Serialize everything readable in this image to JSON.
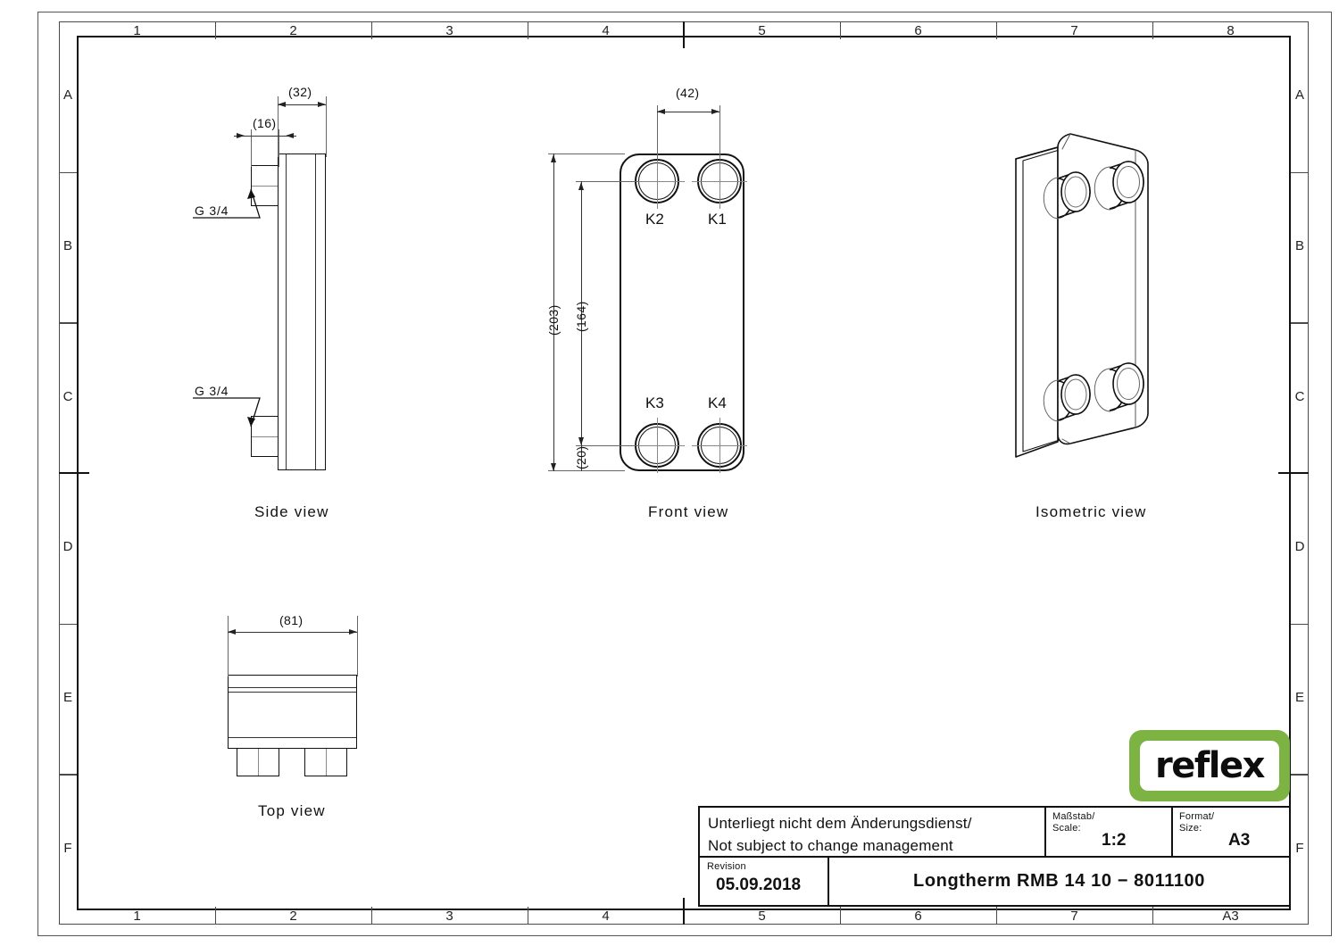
{
  "drawing": {
    "sheet_format": "A3",
    "views": [
      {
        "name": "side-view",
        "label": "Side view"
      },
      {
        "name": "front-view",
        "label": "Front view"
      },
      {
        "name": "isometric-view",
        "label": "Isometric view"
      }
    ],
    "dimensions": {
      "side_width_total": "(32)",
      "side_port_length": "(16)",
      "front_port_spacing": "(42)",
      "front_height_overall": "(203)",
      "front_port_center_span": "(164)",
      "front_bottom_offset": "(20)",
      "top_width": "(81)"
    },
    "callouts": {
      "thread_upper": "G 3/4",
      "thread_lower": "G 3/4"
    },
    "port_labels": {
      "top_left": "K2",
      "top_right": "K1",
      "bottom_left": "K3",
      "bottom_right": "K4"
    }
  },
  "border": {
    "columns_top": [
      "1",
      "2",
      "3",
      "4",
      "5",
      "6",
      "7",
      "8"
    ],
    "columns_bottom": [
      "1",
      "2",
      "3",
      "4",
      "5",
      "6",
      "7",
      "A3"
    ],
    "rows_left": [
      "A",
      "B",
      "C",
      "D",
      "E",
      "F"
    ],
    "rows_right": [
      "A",
      "B",
      "C",
      "D",
      "E",
      "F"
    ]
  },
  "title_block": {
    "note_line1": "Unterliegt nicht dem Änderungsdienst/",
    "note_line2": "Not subject to change management",
    "scale_caption_line1": "Maßstab/",
    "scale_caption_line2": "Scale:",
    "scale_value": "1:2",
    "format_caption_line1": "Format/",
    "format_caption_line2": "Size:",
    "format_value": "A3",
    "revision_caption": "Revision",
    "revision_value": "05.09.2018",
    "part_title": "Longtherm  RMB 14 10 − 8011100"
  },
  "logo": {
    "text": "reflex",
    "green": "#7cb342"
  }
}
